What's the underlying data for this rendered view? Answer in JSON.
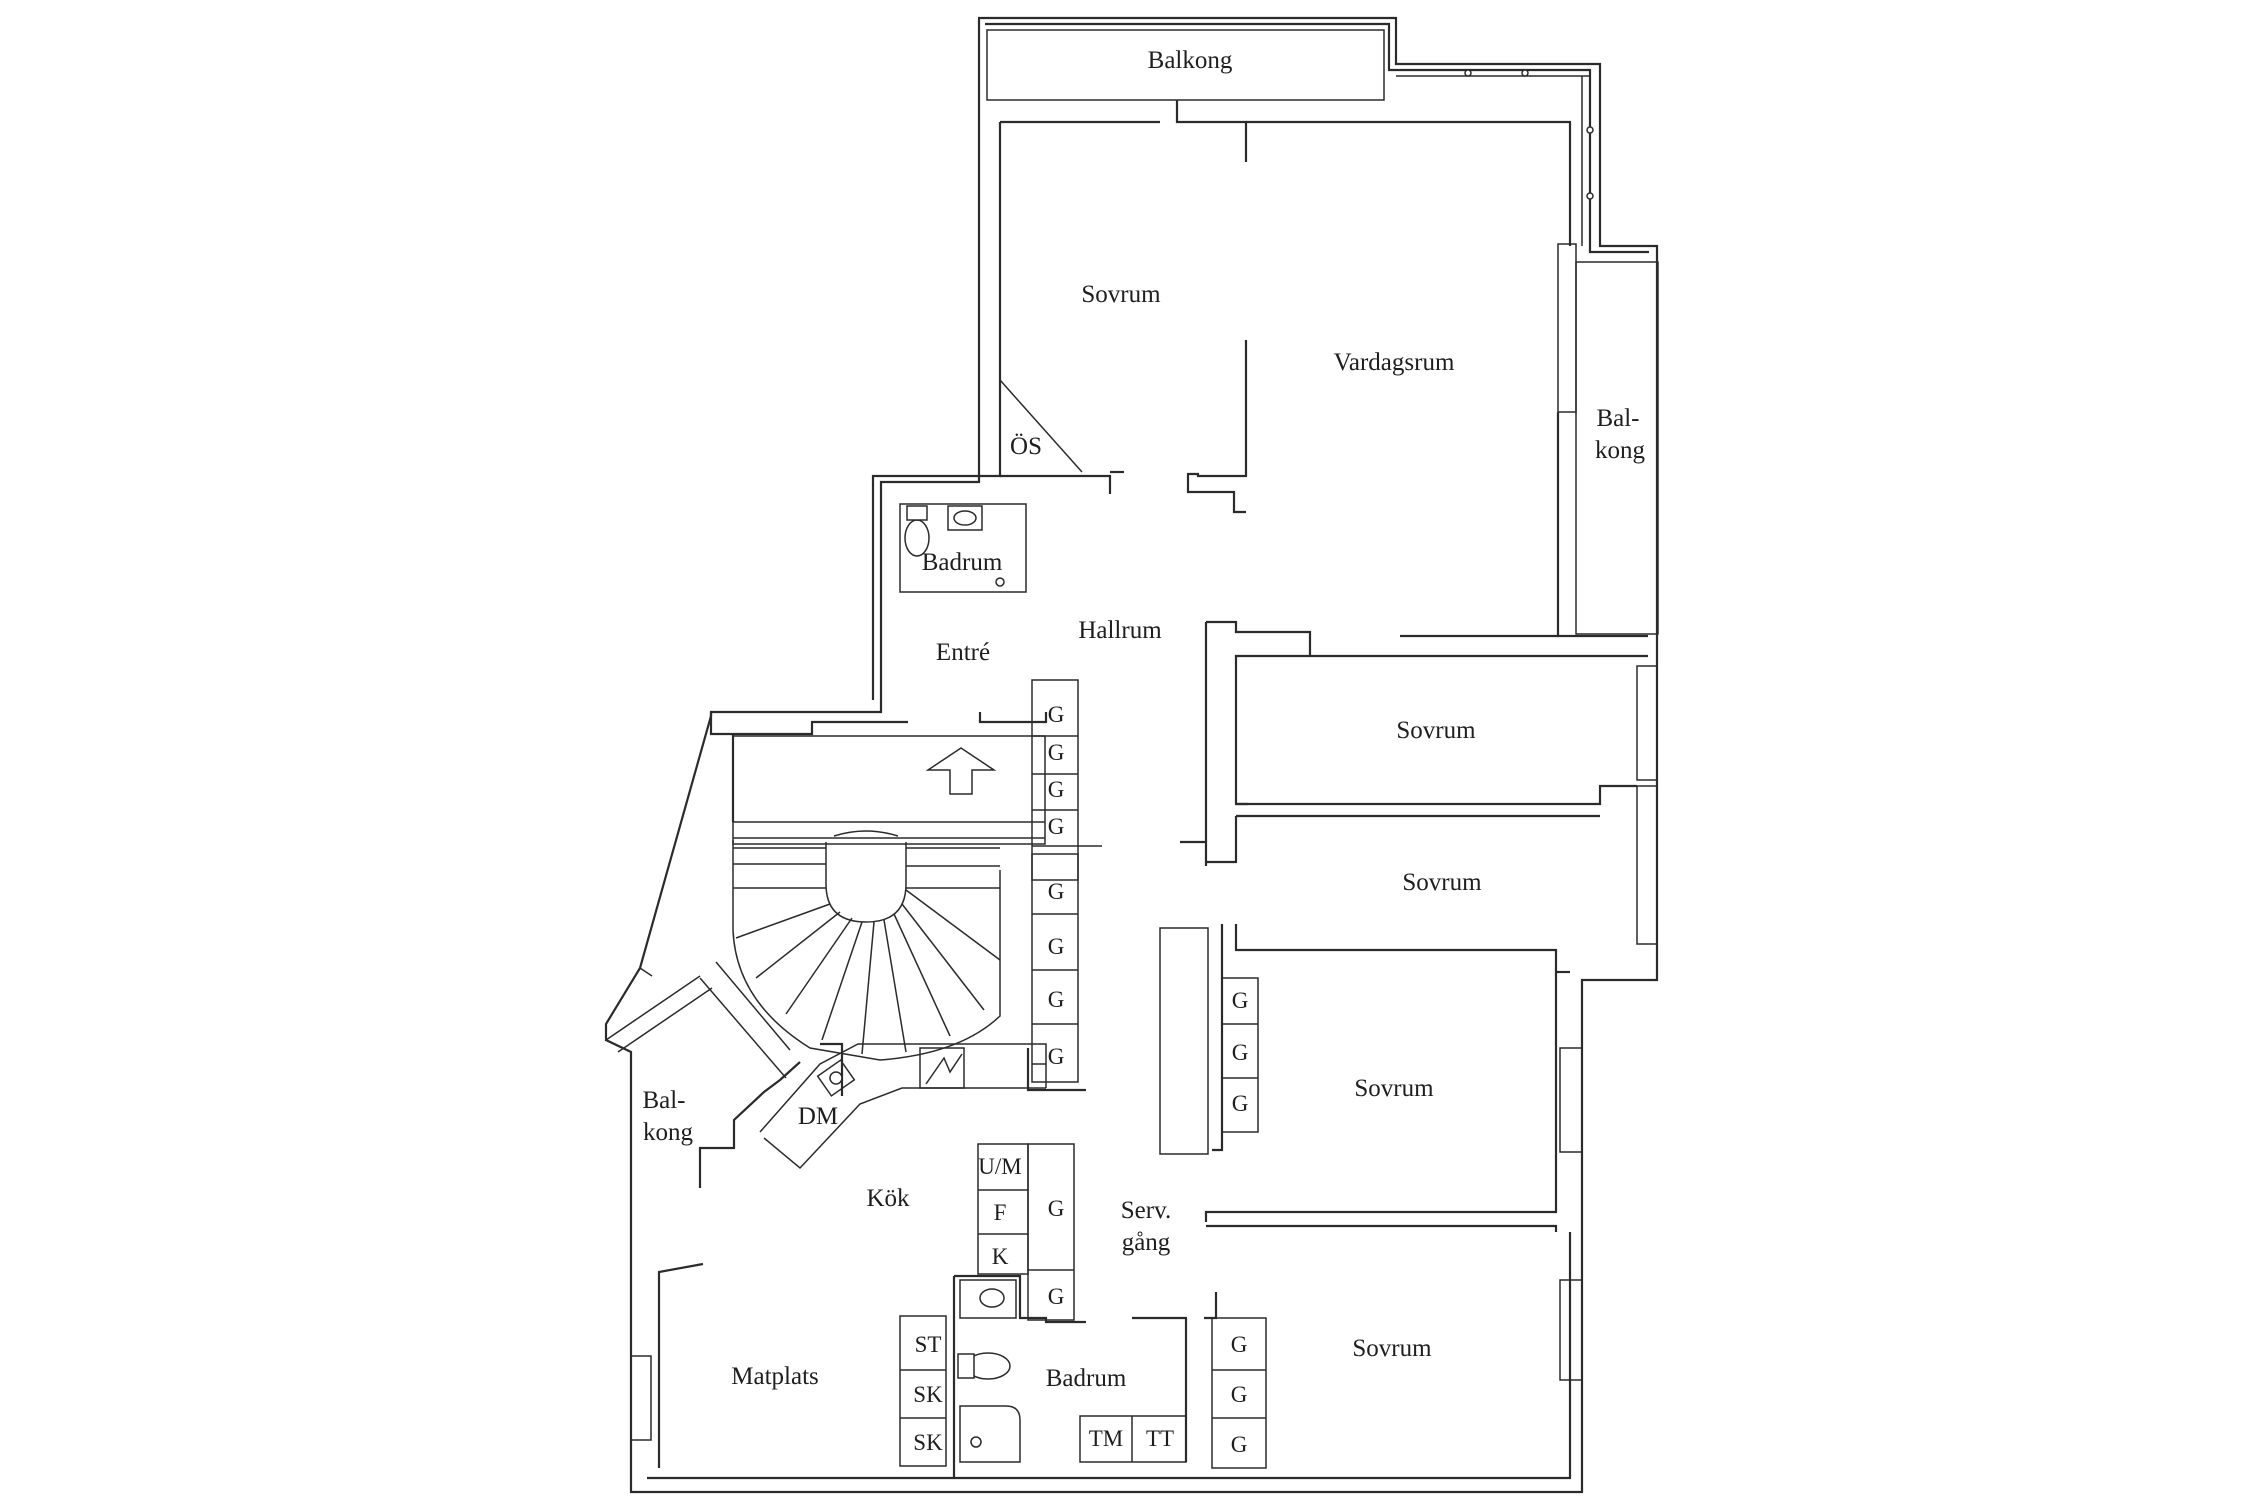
{
  "rooms": {
    "balkong_top": "Balkong",
    "sovrum_1": "Sovrum",
    "vardagsrum": "Vardagsrum",
    "balkong_right_1": "Bal-",
    "balkong_right_2": "kong",
    "os": "ÖS",
    "badrum_1": "Badrum",
    "hallrum": "Hallrum",
    "entre": "Entré",
    "sovrum_2": "Sovrum",
    "sovrum_3": "Sovrum",
    "sovrum_4": "Sovrum",
    "sovrum_5": "Sovrum",
    "balkong_left_1": "Bal-",
    "balkong_left_2": "kong",
    "dm": "DM",
    "kok": "Kök",
    "serv_1": "Serv.",
    "serv_2": "gång",
    "matplats": "Matplats",
    "badrum_2": "Badrum"
  },
  "storage": {
    "g": "G",
    "um": "U/M",
    "f": "F",
    "k": "K",
    "st": "ST",
    "sk": "SK",
    "tm": "TM",
    "tt": "TT"
  }
}
